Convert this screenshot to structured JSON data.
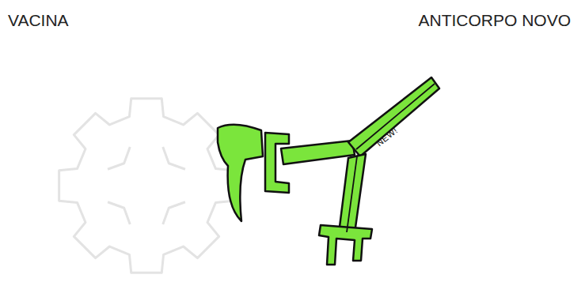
{
  "diagram": {
    "nodes": [
      {
        "text": [
          "NEW!"
        ]
      }
    ],
    "labels": [
      "VACINA",
      "ANTICORPO NOVO"
    ]
  }
}
